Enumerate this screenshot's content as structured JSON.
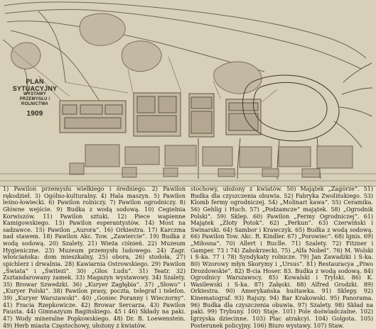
{
  "plan": {
    "title": "PLAN SYTUACYJNY",
    "subtitle_1": "WYSTAWY",
    "subtitle_2": "PRZEMYSŁU i ROLNICTWA",
    "year": "1909"
  },
  "legend": {
    "left_column": "1) Pawilon przemysłu wielkiego i średniego. 2) Pawilon rękodzieł. 3) Ogólno-kulturalny. 4) Hala maszyn. 5) Pawilon leśno-łowiecki. 6) Pawilon rolniczy. 7) Pawilon ogrodniczy. 8) Główne wejście. 9) Budka z wodą sodową. 10) Cegielnia Korwiszów. 11) Pawilon sztuki. 12) Piece wapienne Kamigowskiego. 13) Pawilon esperantystów. 14) Most na sadzawce. 15) Pawilon „Aurora“. 16) Orkiestra. 17) Karczma nad stawem. 18) Pawilon Akc. Tow. „Zawiercie“. 19) Budka z wodą sodową. 20) Szalety. 21) Wieża ciśnień. 22) Muzeum Hygieniczne. 23) Muzeum przemysłu ludowego. 24) Zagr. włościańska: dom mieszkalny, 25) obora, 26) stodoła, 27) spichlerz i drwalnia. 28) Kawiarnia Ostrowskiego. 29) Pawilon „Świata“ i „Świtezi“. 30) „Głos Ludu“. 31) Teatr. 32) Zsztandarowany zamek. 33) Magazyn wystawowy. 34) Szalety. 35) Browar Szwedzki. 36) „Kuryer Zagłębia“. 37) „Słowo“ i „Kuryer Polski“. 38) Pawilon prasy, poczta, telegraf i telefon. 39) „Kuryer Warszawski“. 40) „Goniec Poranny i Wieczorny“. 41) Fracia Rzepkowicze. 42) Browar Sercarza. 43) Pawilon Fausta. 44) Gimnazyum Bagińskiego. 45 i 46) Składy na paki. 47) Wody mineralne Popkowskiego. 48) Dr. B. Loewenstein. 49) Herb miasta Częstochowy, ułożony z kwiatów.",
    "right_column": "stochowy, ułożony z kwiatów. 50) Majątek „Zagórze“. 51) Budka dla czyszczenia obuwia. 52) Fabryka Zwolińskiego. 53) Klomb fermy ogrodniczej. 54) „Molinari kawa“. 55) Ceramika. 56) Gehlig i Huch. 57) „Podzamcze“ majątek. 58) „Ogrodnik Polski“. 59) Sklep. 60) Pawilon „Fermy Ogrodniczej“. 61) Majątek „Złoty Potok“. 62) „Perkun“. 63) Czerwiński i Swinarski. 64) Sambor i Krawczyk. 65) Budka z wodą sodową. 66) Pawilon Tow. Akc. R. Kindler. 67) „Porowiec“. 68) Ignis. 69) „Miłosna“. 70) Allert i Ruclle. 71) Szalety. 72) Fitzner i Gamper. 73 i 74) Zabokrzecki. 75) „Alfa Nobel“. 76) M. Wolski i S-ka. 77 i 78) Syndykaty rolnicze. 79) Jan Zawadzki i S-ka. 80) Wzorowy młyn Skorymy i „Ursus“. 81) Restauracya „Piwo Drozdowskie“. 82) B-cia Hoser. 83. Budka z wodą sodową. 84) Ogrodnicy Warszawscy. 85) Kowalski i Trylski. 86) K. Wasilewski i S-ka. 87) Załęski. 88) Alfred Grodzki. 89) Orkiestra. 90) Amerykańska huśtawka. 91) Sklepy. 92) Kinematograf. 93) Rajszy. 94) Bar Krakowski. 95) Panorama. 96) Budka dla czyszczenia obuwia. 97) Szalety. 98) Skład na paki. 99) Trybuny. 100) Staje. 101) Pole doświadczalne. 102) Igrzyska dziecinne. 103) Plac atrakcyi. 104) Golgota. 105) Posterunek policyjny. 106) Biuro wystawy. 107) Staw."
  }
}
